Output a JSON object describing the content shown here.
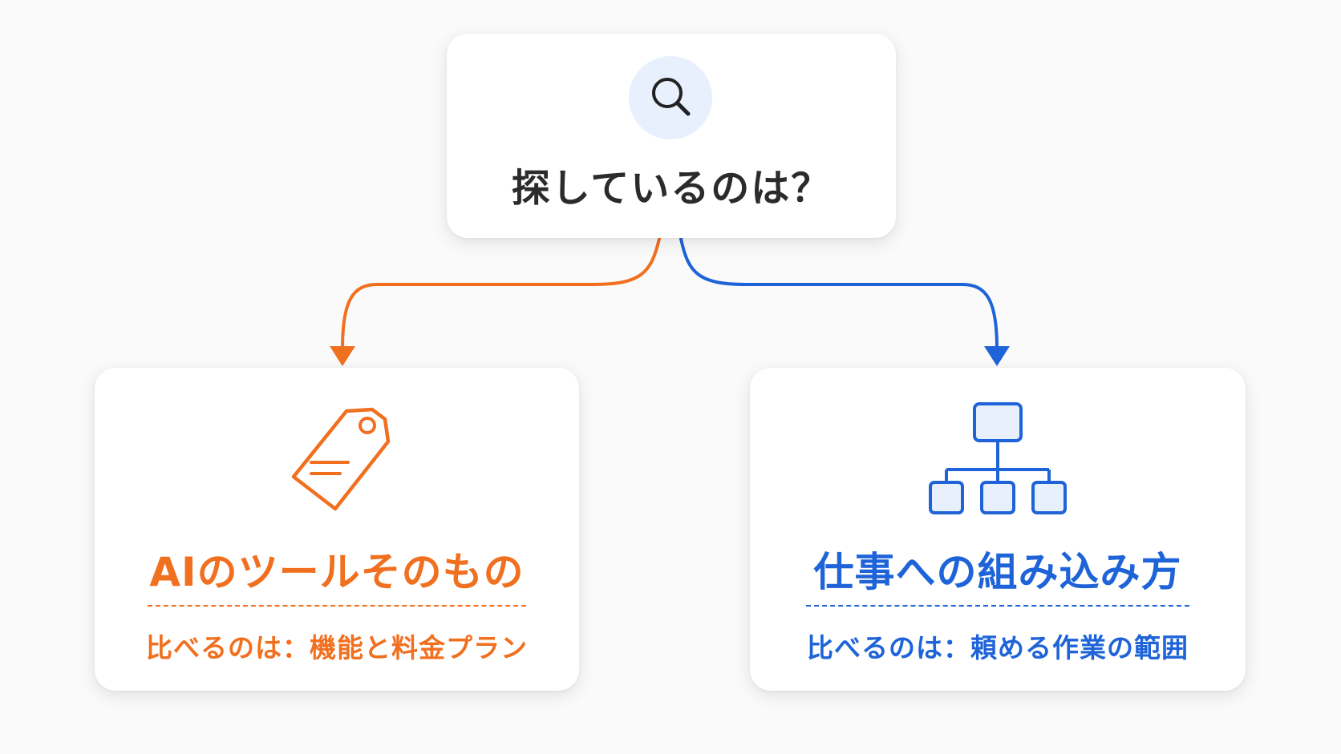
{
  "question": {
    "title": "探しているのは？",
    "icon": "search-icon"
  },
  "options": [
    {
      "title": "AIのツールそのもの",
      "compare": "比べるのは：機能と料金プラン",
      "icon": "price-tag-icon",
      "color": "#f07020"
    },
    {
      "title": "仕事への組み込み方",
      "compare": "比べるのは：頼める作業の範囲",
      "icon": "org-chart-icon",
      "color": "#1e64d8"
    }
  ],
  "colors": {
    "orange": "#f07020",
    "blue": "#1e64d8",
    "dark_text": "#2b2b2b",
    "search_bg": "#e8f0fd"
  }
}
